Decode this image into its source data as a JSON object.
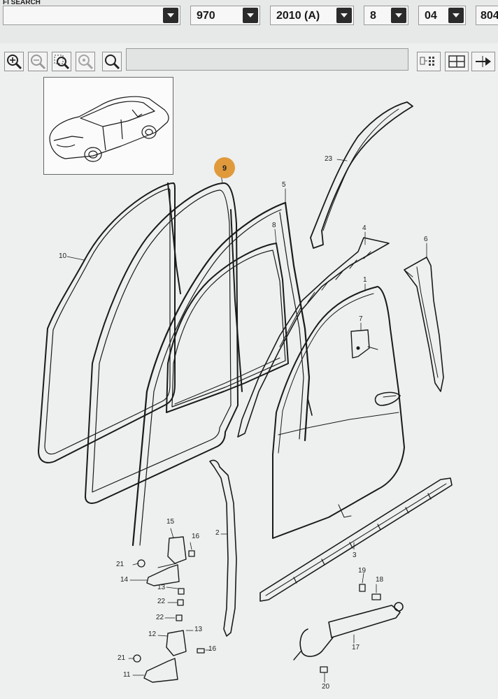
{
  "search_bar": {
    "label": "FI SEARCH",
    "query_value": "",
    "model_value": "970",
    "model_year_value": "2010 (A)",
    "main_group_value": "8",
    "sub_group_value": "04",
    "illustration_value": "804"
  },
  "toolbar": {
    "buttons": [
      "zoom-in",
      "zoom-out",
      "zoom-area",
      "zoom-100",
      "search"
    ],
    "right_buttons": [
      "parts-list",
      "split-view",
      "export"
    ]
  },
  "diagram": {
    "highlighted_part": "9",
    "labels": {
      "p1": "1",
      "p2": "2",
      "p3": "3",
      "p4": "4",
      "p5": "5",
      "p6": "6",
      "p7": "7",
      "p8": "8",
      "p10": "10",
      "p11": "11",
      "p12": "12",
      "p13a": "13",
      "p13b": "13",
      "p14": "14",
      "p15": "15",
      "p16a": "16",
      "p16b": "16",
      "p17": "17",
      "p18": "18",
      "p19": "19",
      "p20": "20",
      "p21a": "21",
      "p21b": "21",
      "p22a": "22",
      "p22b": "22",
      "p23": "23"
    }
  },
  "colors": {
    "background": "#eeefef",
    "highlight": "#e09a3c",
    "dropdown_button": "#2b2b2b"
  }
}
